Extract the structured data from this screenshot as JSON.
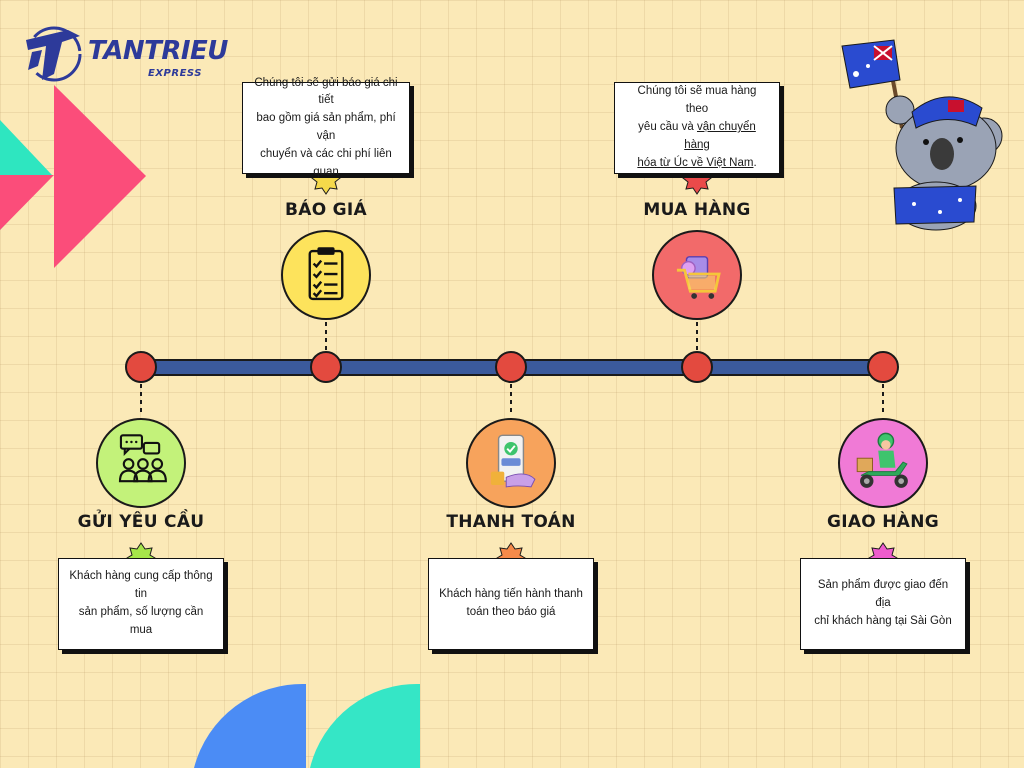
{
  "brand": {
    "name": "TANTRIEU",
    "sub": "EXPRESS"
  },
  "steps": [
    {
      "id": "gui-yeu-cau",
      "title": "GỬI YÊU CẦU",
      "desc": [
        "Khách hàng cung cấp thông tin",
        "sản phẩm, số lượng cần mua"
      ],
      "color": "#c3f27a",
      "star": "#a6e64a"
    },
    {
      "id": "bao-gia",
      "title": "BÁO GIÁ",
      "desc": [
        "Chúng tôi sẽ gửi báo giá chi tiết",
        "bao gồm giá sản phẩm, phí vận",
        "chuyển và các chi phí liên quan"
      ],
      "color": "#fde35c",
      "star": "#f5d94a"
    },
    {
      "id": "thanh-toan",
      "title": "THANH TOÁN",
      "desc": [
        "Khách hàng tiến hành thanh",
        "toán theo báo giá"
      ],
      "color": "#f7a35c",
      "star": "#f58a4a"
    },
    {
      "id": "mua-hang",
      "title": "MUA HÀNG",
      "desc_line1": "Chúng tôi sẽ mua hàng theo",
      "desc_line2_plain": "yêu cầu và ",
      "desc_line2_link": "vận chuyển hàng",
      "desc_line3_link": "hóa từ Úc về Việt Nam",
      "desc_line3_tail": ".",
      "color": "#f26a6a",
      "star": "#ea4a4a"
    },
    {
      "id": "giao-hang",
      "title": "GIAO HÀNG",
      "desc": [
        "Sản phẩm được giao đến địa",
        "chỉ khách hàng tại Sài Gòn"
      ],
      "color": "#f07ad6",
      "star": "#ee5ccd"
    }
  ],
  "colors": {
    "timeline_bar": "#3b5a9c",
    "node": "#e34a3f",
    "background": "#fbe9b7"
  }
}
